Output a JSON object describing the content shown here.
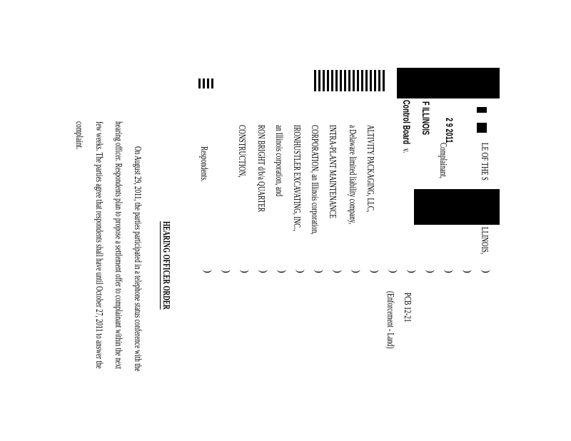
{
  "caption": {
    "people_fragment_1": "LE OF THE S",
    "people_fragment_2": "LLINOIS,",
    "complainant": "Complainant,",
    "stamp_date": "2 9 2011",
    "stamp_state": "F ILLINOIS",
    "stamp_board": "Control Board",
    "versus": "v.",
    "respondent_lines": [
      "ALTIVITY PACKAGING, LLC,",
      "a Delaware limited liability company,",
      "INTRA-PLANT MAINTENANCE",
      "CORPORATION, an Illinois corporation,",
      "IRONHUSTLER EXCAVATING, INC.,",
      "an Illinois corporation, and",
      "RON BRIGHT d/b/a QUARTER",
      "CONSTRUCTION,"
    ],
    "respondents_label": "Respondents.",
    "case_number": "PCB 12-21",
    "case_type": "(Enforcement - Land)"
  },
  "title": "HEARING OFFICER ORDER",
  "body_lines": [
    "On August 29, 2011, the parties participated in a telephone status conference with the",
    "hearing officer. Respondents plan to propose a settlement offer to complainant within the next",
    "few weeks. The parties agree that respondents shall have until October 27, 2011 to answer the",
    "complaint."
  ]
}
